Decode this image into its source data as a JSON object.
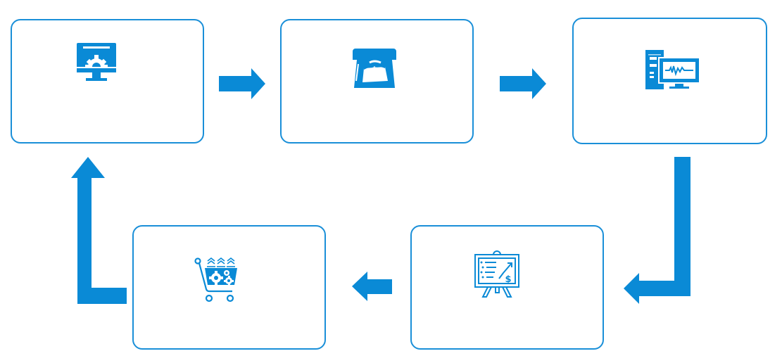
{
  "diagram": {
    "type": "cycle-flow",
    "accent_color": "#0a8ad6",
    "border_color": "#1a8fd8",
    "steps": [
      {
        "id": "step-1",
        "icon": "monitor-gear-icon",
        "label": ""
      },
      {
        "id": "step-2",
        "icon": "atm-cash-dispense-icon",
        "label": ""
      },
      {
        "id": "step-3",
        "icon": "computer-monitoring-icon",
        "label": ""
      },
      {
        "id": "step-4",
        "icon": "presentation-board-growth-icon",
        "label": ""
      },
      {
        "id": "step-5",
        "icon": "shopping-cart-gears-icon",
        "label": ""
      }
    ],
    "connections": [
      {
        "from": "step-1",
        "to": "step-2",
        "direction": "right"
      },
      {
        "from": "step-2",
        "to": "step-3",
        "direction": "right"
      },
      {
        "from": "step-3",
        "to": "step-4",
        "direction": "down-then-left"
      },
      {
        "from": "step-4",
        "to": "step-5",
        "direction": "left"
      },
      {
        "from": "step-5",
        "to": "step-1",
        "direction": "left-then-up"
      }
    ]
  }
}
